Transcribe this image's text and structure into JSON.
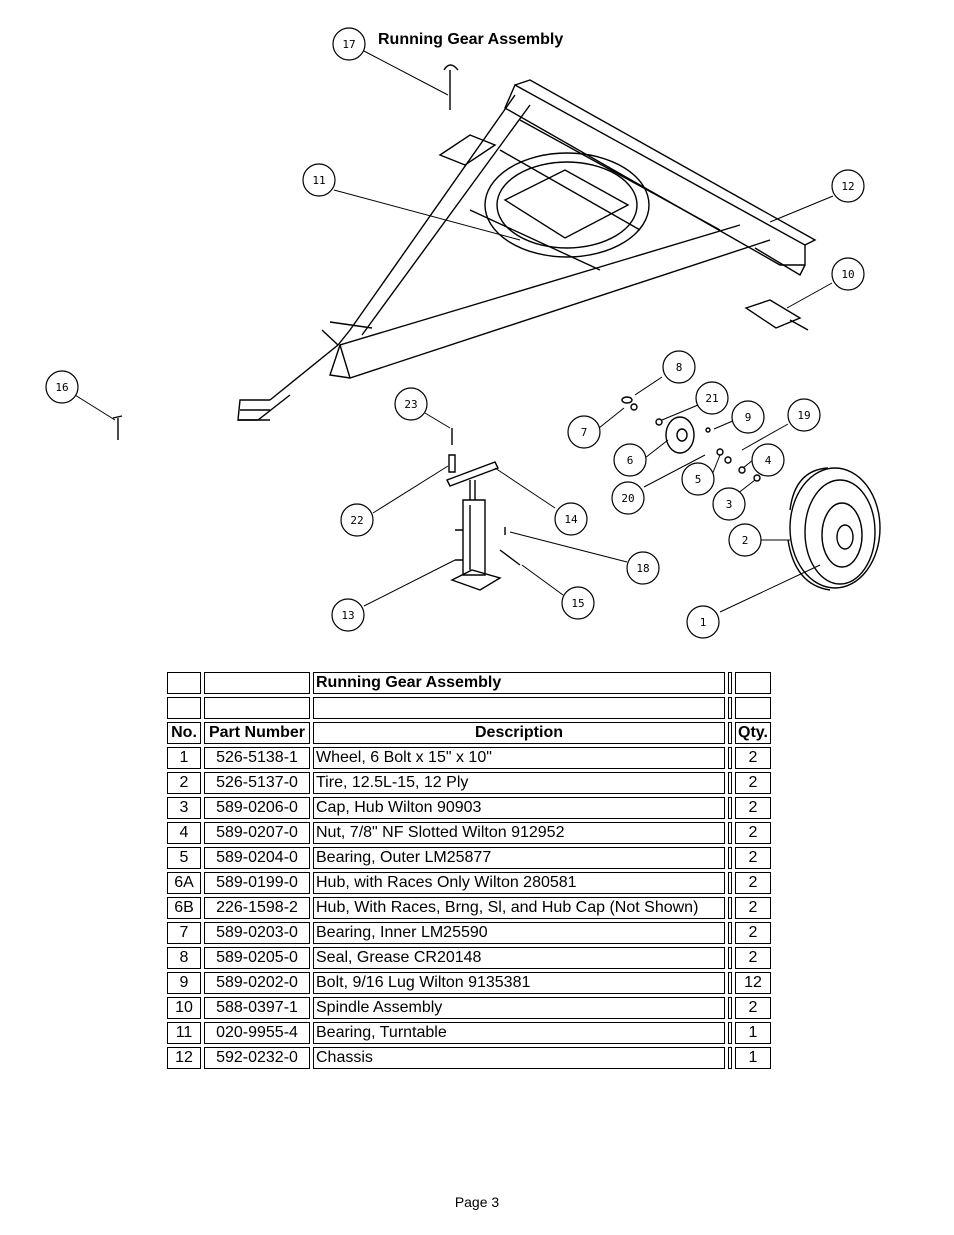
{
  "diagram": {
    "title": "Running Gear Assembly",
    "callouts": [
      "17",
      "11",
      "12",
      "10",
      "16",
      "8",
      "21",
      "9",
      "19",
      "7",
      "6",
      "4",
      "5",
      "23",
      "3",
      "20",
      "22",
      "14",
      "2",
      "18",
      "15",
      "13",
      "1"
    ]
  },
  "table": {
    "title": "Running Gear Assembly",
    "headers": {
      "no": "No.",
      "part": "Part Number",
      "desc": "Description",
      "qty": "Qty."
    },
    "rows": [
      {
        "no": "1",
        "part": "526-5138-1",
        "desc": "Wheel, 6 Bolt x 15\" x 10\"",
        "qty": "2"
      },
      {
        "no": "2",
        "part": "526-5137-0",
        "desc": "Tire, 12.5L-15, 12 Ply",
        "qty": "2"
      },
      {
        "no": "3",
        "part": "589-0206-0",
        "desc": "Cap, Hub Wilton 90903",
        "qty": "2"
      },
      {
        "no": "4",
        "part": "589-0207-0",
        "desc": "Nut, 7/8\" NF Slotted Wilton 912952",
        "qty": "2"
      },
      {
        "no": "5",
        "part": "589-0204-0",
        "desc": "Bearing, Outer LM25877",
        "qty": "2"
      },
      {
        "no": "6A",
        "part": "589-0199-0",
        "desc": "Hub, with Races Only Wilton 280581",
        "qty": "2"
      },
      {
        "no": "6B",
        "part": "226-1598-2",
        "desc": "Hub, With Races, Brng, Sl, and Hub Cap (Not Shown)",
        "qty": "2"
      },
      {
        "no": "7",
        "part": "589-0203-0",
        "desc": "Bearing, Inner LM25590",
        "qty": "2"
      },
      {
        "no": "8",
        "part": "589-0205-0",
        "desc": "Seal, Grease CR20148",
        "qty": "2"
      },
      {
        "no": "9",
        "part": "589-0202-0",
        "desc": "Bolt, 9/16 Lug Wilton 9135381",
        "qty": "12"
      },
      {
        "no": "10",
        "part": "588-0397-1",
        "desc": "Spindle Assembly",
        "qty": "2"
      },
      {
        "no": "11",
        "part": "020-9955-4",
        "desc": "Bearing, Turntable",
        "qty": "1"
      },
      {
        "no": "12",
        "part": "592-0232-0",
        "desc": "Chassis",
        "qty": "1"
      }
    ]
  },
  "footer": {
    "page": "Page 3"
  }
}
